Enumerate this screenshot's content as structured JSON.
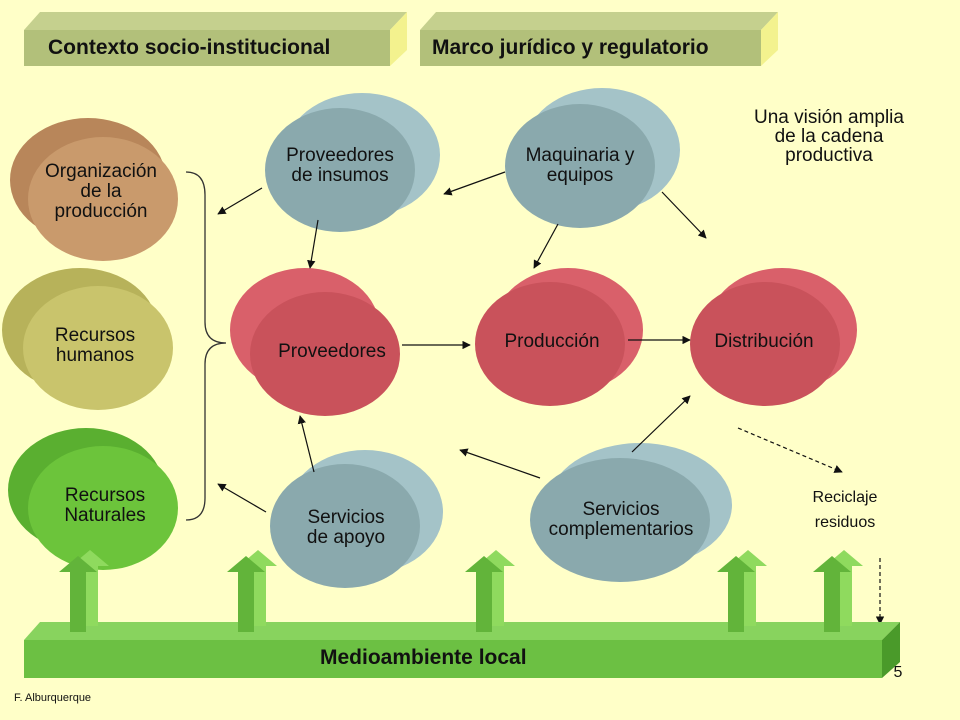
{
  "banners": {
    "context": "Contexto socio-institucional",
    "legal": "Marco jurídico y regulatorio",
    "environment": "Medioambiente local"
  },
  "left_nodes": {
    "organizacion": [
      "Organización",
      "de la",
      "producción"
    ],
    "recursos_humanos": [
      "Recursos",
      "humanos"
    ],
    "recursos_naturales": [
      "Recursos",
      "Naturales"
    ]
  },
  "blue_nodes": {
    "proveedores_insumos": [
      "Proveedores",
      "de insumos"
    ],
    "maquinaria": [
      "Maquinaria y",
      "equipos"
    ],
    "servicios_apoyo": [
      "Servicios",
      "de apoyo"
    ],
    "servicios_complementarios": [
      "Servicios",
      "complementarios"
    ]
  },
  "red_nodes": {
    "proveedores": "Proveedores",
    "produccion": "Producción",
    "distribucion": "Distribución"
  },
  "side_note": [
    "Una visión amplia",
    "de la cadena",
    "productiva"
  ],
  "recycle": [
    "Reciclaje",
    "residuos"
  ],
  "page_number": "5",
  "author": "F. Alburquerque",
  "colors": {
    "background": "#ffffc8",
    "banner": "#b2c07a",
    "banner_side": "#f3f28e",
    "orange_node": "#c99a6c",
    "olive_node": "#c9c46c",
    "green_node": "#6cc43b",
    "blue_node": "#8aa9ad",
    "red_node": "#c9525b",
    "env_bar": "#6cc043"
  }
}
